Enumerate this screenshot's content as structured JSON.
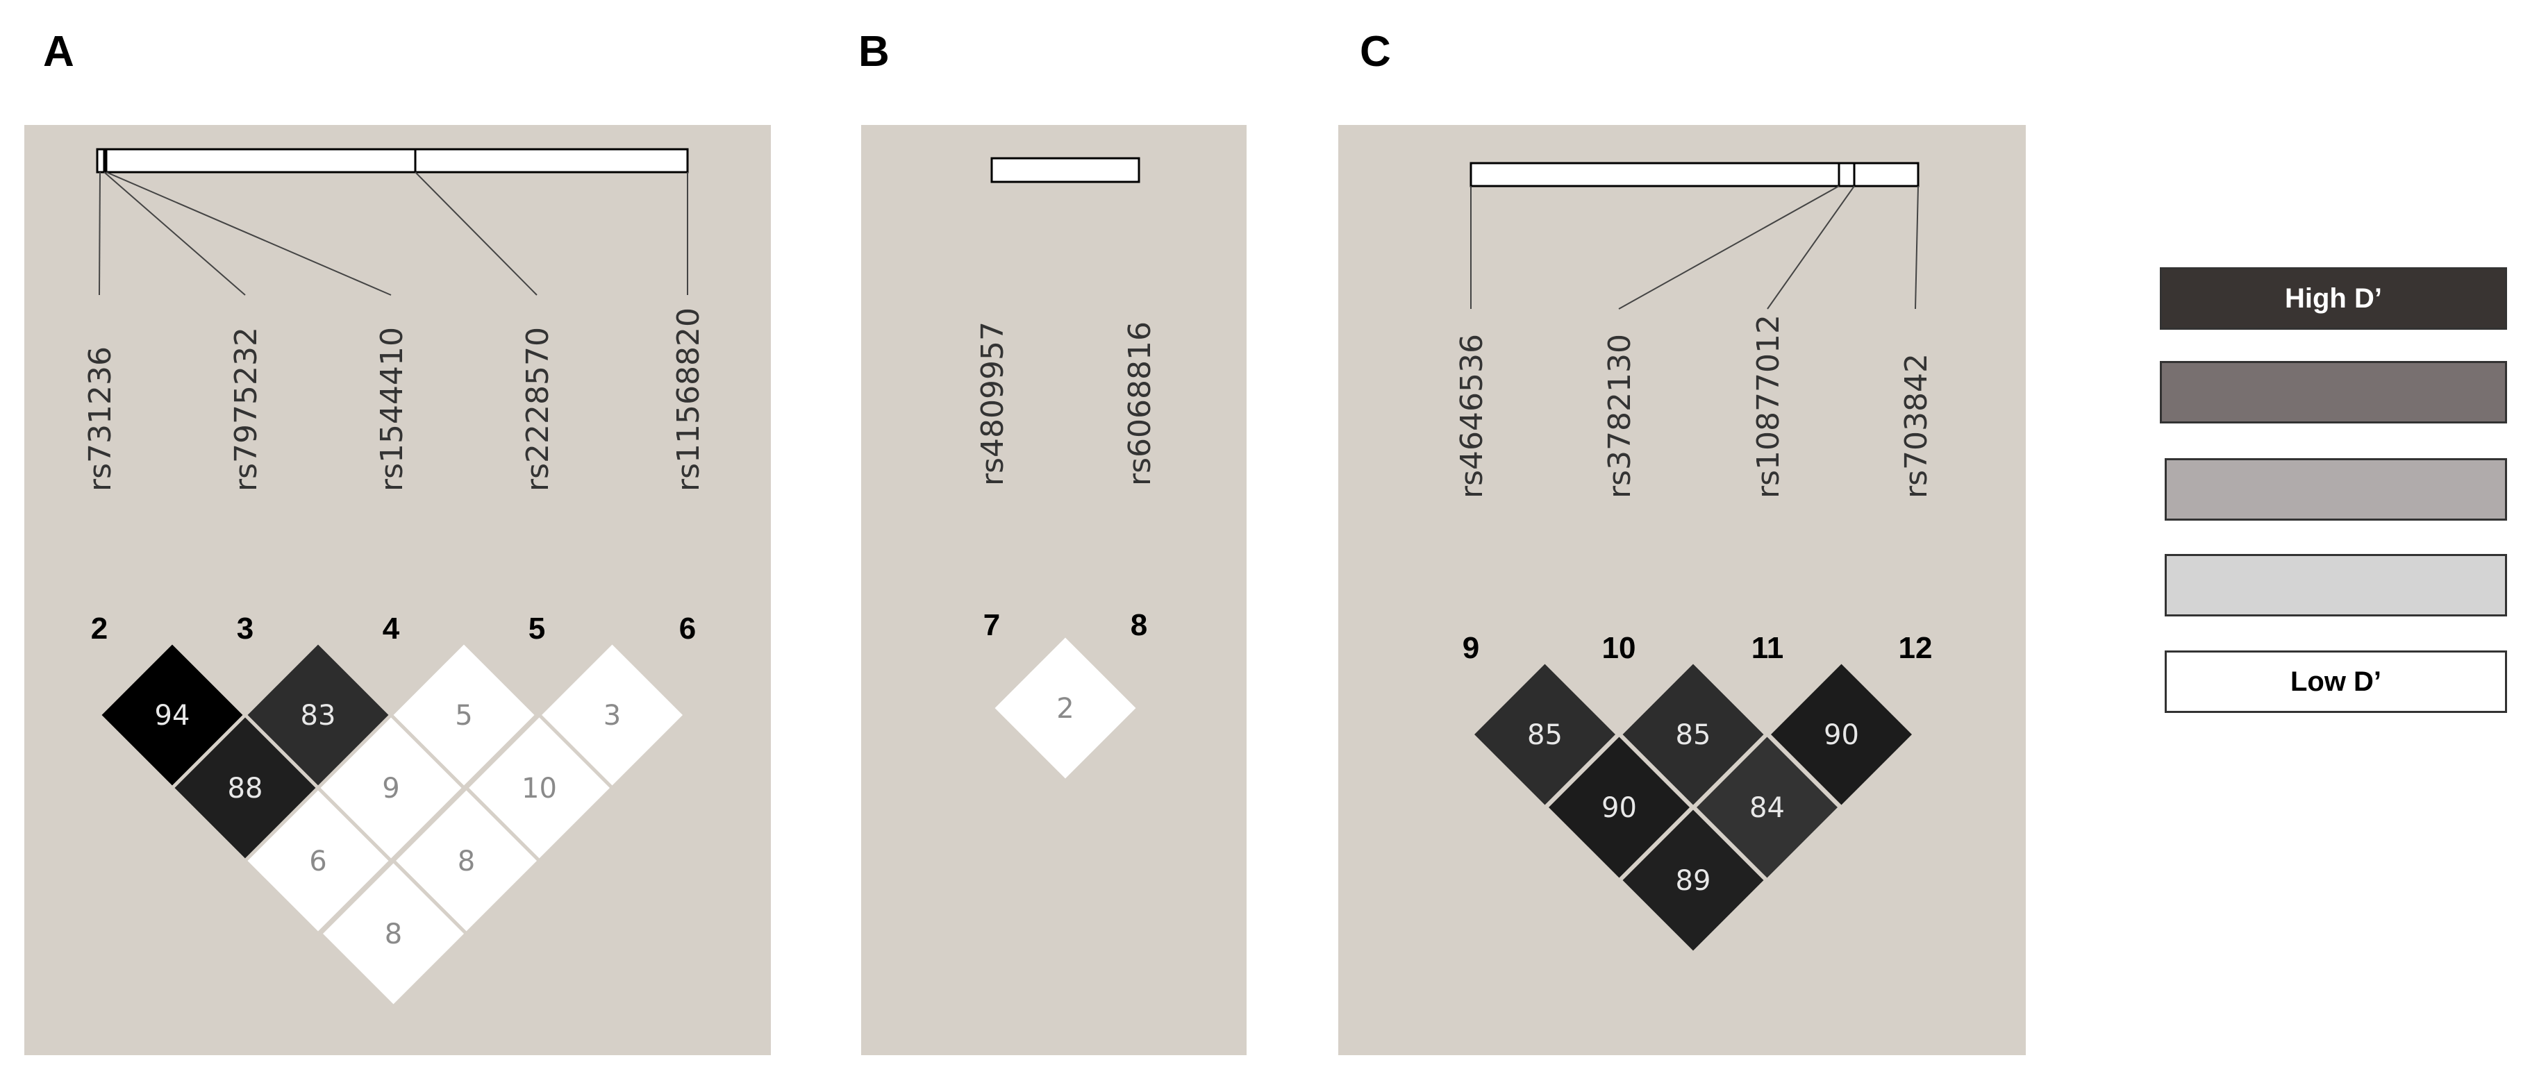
{
  "panels": [
    {
      "letter": "A",
      "markers": [
        "2",
        "3",
        "4",
        "5",
        "6"
      ],
      "snps": [
        "rs731236",
        "rs7975232",
        "rs1544410",
        "rs2228570",
        "rs11568820"
      ],
      "cells": [
        {
          "i": 0,
          "j": 1,
          "value": "94",
          "shade": "#000000"
        },
        {
          "i": 1,
          "j": 2,
          "value": "83",
          "shade": "#2d2d2d"
        },
        {
          "i": 2,
          "j": 3,
          "value": "5",
          "shade": "#ffffff"
        },
        {
          "i": 3,
          "j": 4,
          "value": "3",
          "shade": "#ffffff"
        },
        {
          "i": 0,
          "j": 2,
          "value": "88",
          "shade": "#1f1f1f"
        },
        {
          "i": 1,
          "j": 3,
          "value": "9",
          "shade": "#ffffff"
        },
        {
          "i": 2,
          "j": 4,
          "value": "10",
          "shade": "#ffffff"
        },
        {
          "i": 0,
          "j": 3,
          "value": "6",
          "shade": "#ffffff"
        },
        {
          "i": 1,
          "j": 4,
          "value": "8",
          "shade": "#ffffff"
        },
        {
          "i": 0,
          "j": 4,
          "value": "8",
          "shade": "#ffffff"
        }
      ]
    },
    {
      "letter": "B",
      "markers": [
        "7",
        "8"
      ],
      "snps": [
        "rs4809957",
        "rs6068816"
      ],
      "cells": [
        {
          "i": 0,
          "j": 1,
          "value": "2",
          "shade": "#ffffff"
        }
      ]
    },
    {
      "letter": "C",
      "markers": [
        "9",
        "10",
        "11",
        "12"
      ],
      "snps": [
        "rs4646536",
        "rs3782130",
        "rs10877012",
        "rs703842"
      ],
      "cells": [
        {
          "i": 0,
          "j": 1,
          "value": "85",
          "shade": "#2d2d2d"
        },
        {
          "i": 1,
          "j": 2,
          "value": "85",
          "shade": "#2d2d2d"
        },
        {
          "i": 2,
          "j": 3,
          "value": "90",
          "shade": "#1c1c1c"
        },
        {
          "i": 0,
          "j": 2,
          "value": "90",
          "shade": "#1c1c1c"
        },
        {
          "i": 1,
          "j": 3,
          "value": "84",
          "shade": "#333333"
        },
        {
          "i": 0,
          "j": 3,
          "value": "89",
          "shade": "#202020"
        }
      ]
    }
  ],
  "legend": [
    {
      "label": "High D’",
      "color": "#393432",
      "text_color": "#ffffff"
    },
    {
      "label": "",
      "color": "#787070",
      "text_color": "#000000"
    },
    {
      "label": "",
      "color": "#b0abab",
      "text_color": "#000000"
    },
    {
      "label": "",
      "color": "#d4d4d4",
      "text_color": "#000000"
    },
    {
      "label": "Low D’",
      "color": "#ffffff",
      "text_color": "#000000"
    }
  ],
  "colors": {
    "panel_background": "#d6d0c8",
    "cell_border": "#d6d0c8"
  }
}
